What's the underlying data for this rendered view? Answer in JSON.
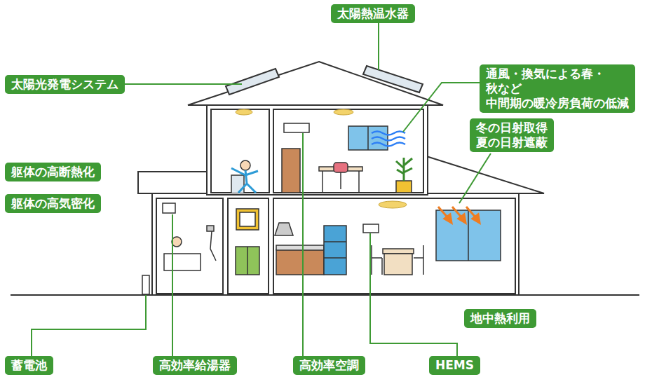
{
  "diagram": {
    "nodes": [
      {
        "text": [
          "太陽熱温水器"
        ]
      },
      {
        "text": [
          "太陽光発電システム"
        ]
      },
      {
        "text": [
          "通風・換気による春・秋など 中間期の暖冷房負荷の低減"
        ]
      },
      {
        "text": [
          "冬の日射取得 夏の日射遮蔽"
        ]
      },
      {
        "text": [
          "躯体の高断熱化"
        ]
      },
      {
        "text": [
          "躯体の高気密化"
        ]
      },
      {
        "text": [
          "地中熱利用"
        ]
      },
      {
        "text": [
          "蓄電池"
        ]
      },
      {
        "text": [
          "高効率給湯器"
        ]
      },
      {
        "text": [
          "高効率空調"
        ]
      },
      {
        "text": [
          "HEMS"
        ]
      }
    ]
  }
}
